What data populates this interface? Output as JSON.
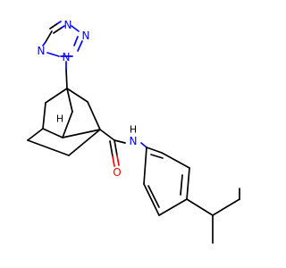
{
  "atoms": [
    {
      "id": "n_tz_top",
      "label": "N",
      "color": "#0000ff"
    },
    {
      "id": "n_tz_left",
      "label": "N",
      "color": "#0000ff"
    },
    {
      "id": "n_tz_right",
      "label": "N",
      "color": "#0000ff"
    },
    {
      "id": "n_tz_attach",
      "label": "N",
      "color": "#0000ff"
    },
    {
      "id": "h_bridgehead",
      "label": "H",
      "color": "#000000"
    },
    {
      "id": "n_amide",
      "label": "N",
      "color": "#0000ff"
    },
    {
      "id": "h_amide",
      "label": "H",
      "color": "#000000"
    },
    {
      "id": "o_carbonyl",
      "label": "O",
      "color": "#ff0000"
    }
  ]
}
